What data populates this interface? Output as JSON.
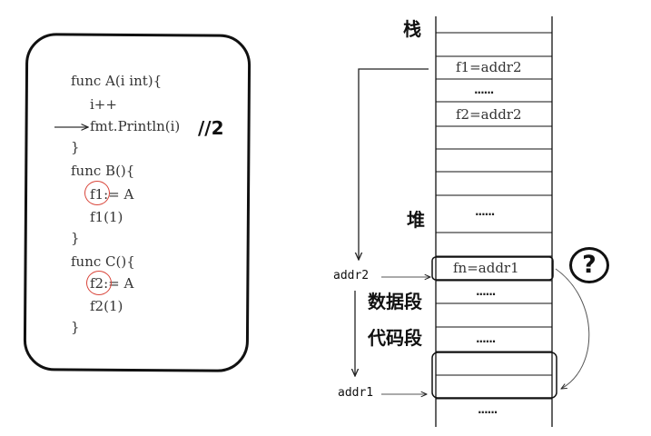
{
  "code": {
    "lines": [
      "func A(i int){",
      "i++",
      "fmt.Println(i)",
      "}",
      "func B(){",
      "f1:= A",
      "f1(1)",
      "}",
      "func C(){",
      "f2:= A",
      "f2(1)",
      "}"
    ],
    "output_marker": "//2"
  },
  "memory": {
    "stack_label": "栈",
    "heap_label": "堆",
    "data_segment_label": "数据段",
    "code_segment_label": "代码段",
    "stack_cells": [
      "f1=addr2",
      "......",
      "f2=addr2"
    ],
    "heap_ellipsis": "......",
    "data_cells": [
      "fn=addr1",
      "......"
    ],
    "code_cells": [
      "......"
    ],
    "tail_ellipsis": "......",
    "addr2_label": "addr2",
    "addr1_label": "addr1",
    "question": "?"
  }
}
